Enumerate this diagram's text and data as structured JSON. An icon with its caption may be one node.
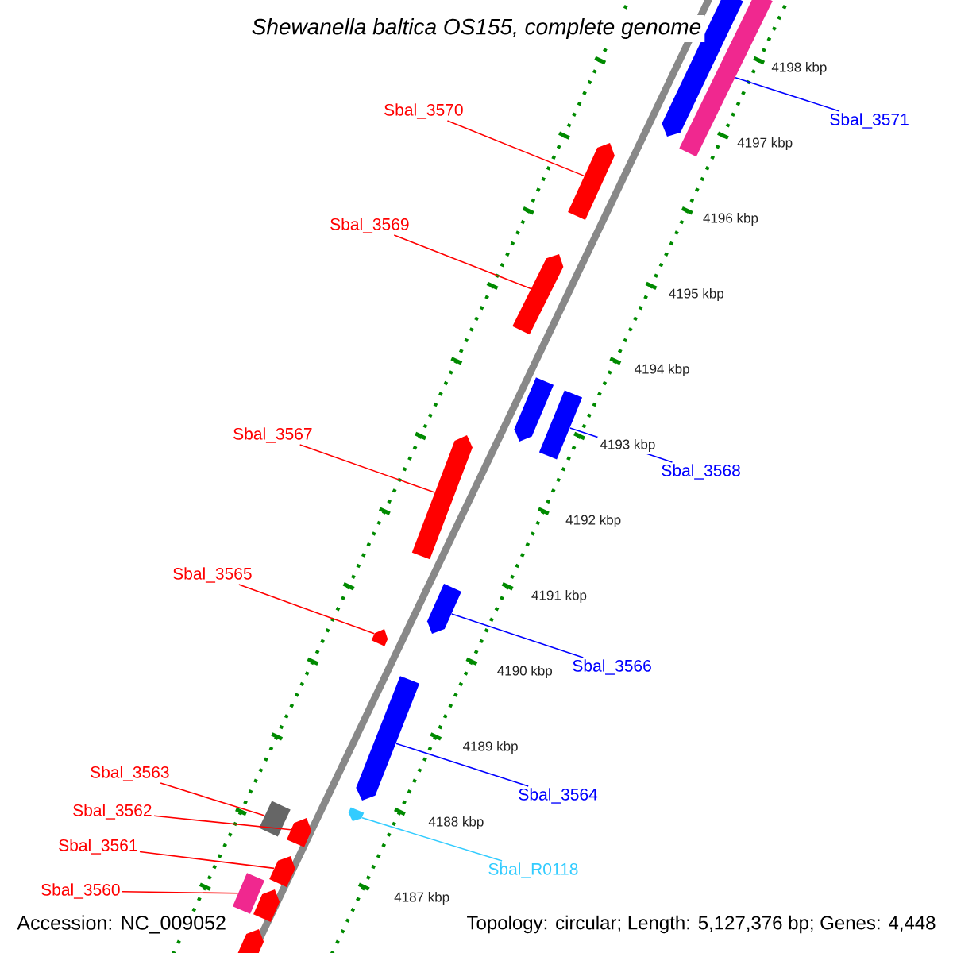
{
  "diagram": {
    "title": "Shewanella baltica OS155, complete genome",
    "nodes": [
      {
        "text": [
          "Sbal_3570"
        ]
      },
      {
        "text": [
          "Sbal_3571"
        ]
      },
      {
        "text": [
          "Sbal_3569"
        ]
      },
      {
        "text": [
          "Sbal_3568"
        ]
      },
      {
        "text": [
          "Sbal_3567"
        ]
      },
      {
        "text": [
          "Sbal_3565"
        ]
      },
      {
        "text": [
          "Sbal_3566"
        ]
      },
      {
        "text": [
          "Sbal_3564"
        ]
      },
      {
        "text": [
          "Sbal_3563"
        ]
      },
      {
        "text": [
          "Sbal_3562"
        ]
      },
      {
        "text": [
          "Sbal_3561"
        ]
      },
      {
        "text": [
          "Sbal_R0118"
        ]
      },
      {
        "text": [
          "Sbal_3560"
        ]
      },
      {
        "text": [],
        "shape": "pentagon"
      },
      {
        "text": [],
        "shape": "box"
      },
      {
        "text": [],
        "shape": "pentagon"
      },
      {
        "text": [],
        "shape": "pentagon"
      },
      {
        "text": [],
        "shape": "pentagon"
      },
      {
        "text": [],
        "shape": "box"
      },
      {
        "text": [],
        "shape": "pentagon"
      },
      {
        "text": [],
        "shape": "pentagon"
      },
      {
        "text": [],
        "shape": "pentagon"
      },
      {
        "text": [],
        "shape": "pentagon"
      },
      {
        "text": [],
        "shape": "pentagon"
      },
      {
        "text": [],
        "shape": "box"
      },
      {
        "text": [],
        "shape": "pentagon"
      },
      {
        "text": [],
        "shape": "pentagon"
      },
      {
        "text": [],
        "shape": "box"
      },
      {
        "text": [],
        "shape": "pentagon"
      },
      {
        "text": [],
        "shape": "pentagon"
      }
    ],
    "edges": [
      {
        "from": 0,
        "to": 15,
        "arrow": "none"
      },
      {
        "from": 1,
        "to": 14,
        "arrow": "none",
        "color": "#0000ff"
      },
      {
        "from": 2,
        "to": 16,
        "arrow": "none"
      },
      {
        "from": 3,
        "to": 18,
        "arrow": "none",
        "color": "#0000ff"
      },
      {
        "from": 4,
        "to": 19,
        "arrow": "none"
      },
      {
        "from": 5,
        "to": 21,
        "arrow": "none"
      },
      {
        "from": 6,
        "to": 20,
        "arrow": "none",
        "color": "#0000ff"
      },
      {
        "from": 7,
        "to": 22,
        "arrow": "none",
        "color": "#0000ff"
      },
      {
        "from": 8,
        "to": 24,
        "arrow": "none"
      },
      {
        "from": 9,
        "to": 25,
        "arrow": "none"
      },
      {
        "from": 10,
        "to": 26,
        "arrow": "none"
      },
      {
        "from": 11,
        "to": 23,
        "arrow": "none",
        "color": "#33ccff"
      },
      {
        "from": 12,
        "to": 27,
        "arrow": "none"
      }
    ],
    "labels": [
      "4198 kbp",
      "4197 kbp",
      "4196 kbp",
      "4195 kbp",
      "4194 kbp",
      "4193 kbp",
      "4192 kbp",
      "4191 kbp",
      "4190 kbp",
      "4189 kbp",
      "4188 kbp",
      "4187 kbp",
      "Accession: NC_009052",
      "Topology: circular; Length: 5,127,376 bp; Genes: 4,448"
    ]
  }
}
